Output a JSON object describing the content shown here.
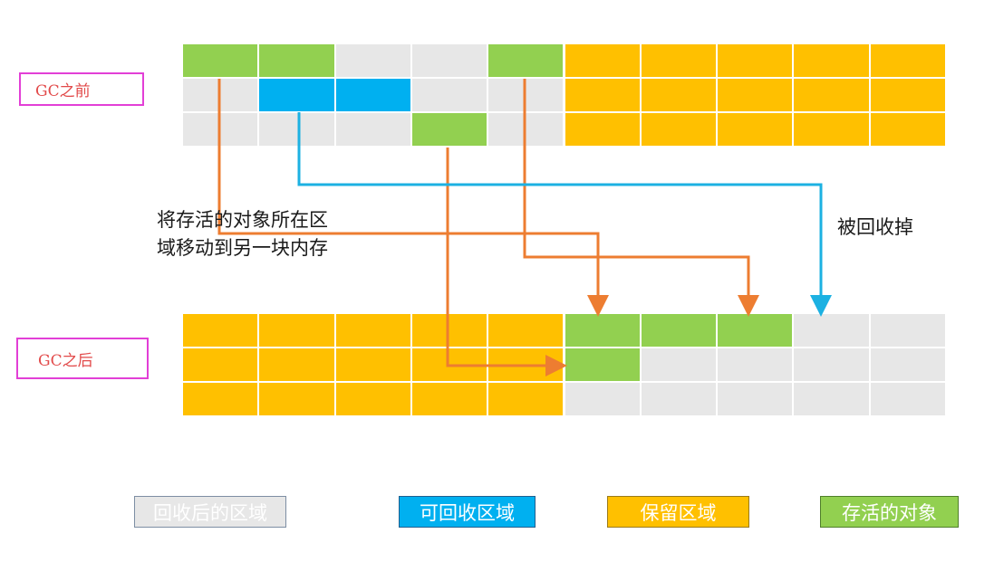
{
  "colors": {
    "empty": "#e7e7e7",
    "reclaimable": "#00b0f0",
    "retained": "#ffc000",
    "live": "#92d050",
    "move_arrow": "#ed7d31",
    "reclaim_arrow": "#1cb1e2"
  },
  "before": {
    "label": "GC之前",
    "rows": [
      [
        "live",
        "live",
        "empty",
        "empty",
        "live",
        "retained",
        "retained",
        "retained",
        "retained",
        "retained"
      ],
      [
        "empty",
        "reclaimable",
        "reclaimable",
        "empty",
        "empty",
        "retained",
        "retained",
        "retained",
        "retained",
        "retained"
      ],
      [
        "empty",
        "empty",
        "empty",
        "live",
        "empty",
        "retained",
        "retained",
        "retained",
        "retained",
        "retained"
      ]
    ]
  },
  "after": {
    "label": "GC之后",
    "rows": [
      [
        "retained",
        "retained",
        "retained",
        "retained",
        "retained",
        "live",
        "live",
        "live",
        "empty",
        "empty"
      ],
      [
        "retained",
        "retained",
        "retained",
        "retained",
        "retained",
        "live",
        "empty",
        "empty",
        "empty",
        "empty"
      ],
      [
        "retained",
        "retained",
        "retained",
        "retained",
        "retained",
        "empty",
        "empty",
        "empty",
        "empty",
        "empty"
      ]
    ]
  },
  "notes": {
    "move_line1": "将存活的对象所在区",
    "move_line2": "域移动到另一块内存",
    "reclaim": "被回收掉"
  },
  "legend": {
    "reclaimed": "回收后的区域",
    "reclaimable": "可回收区域",
    "retained": "保留区域",
    "live": "存活的对象"
  }
}
